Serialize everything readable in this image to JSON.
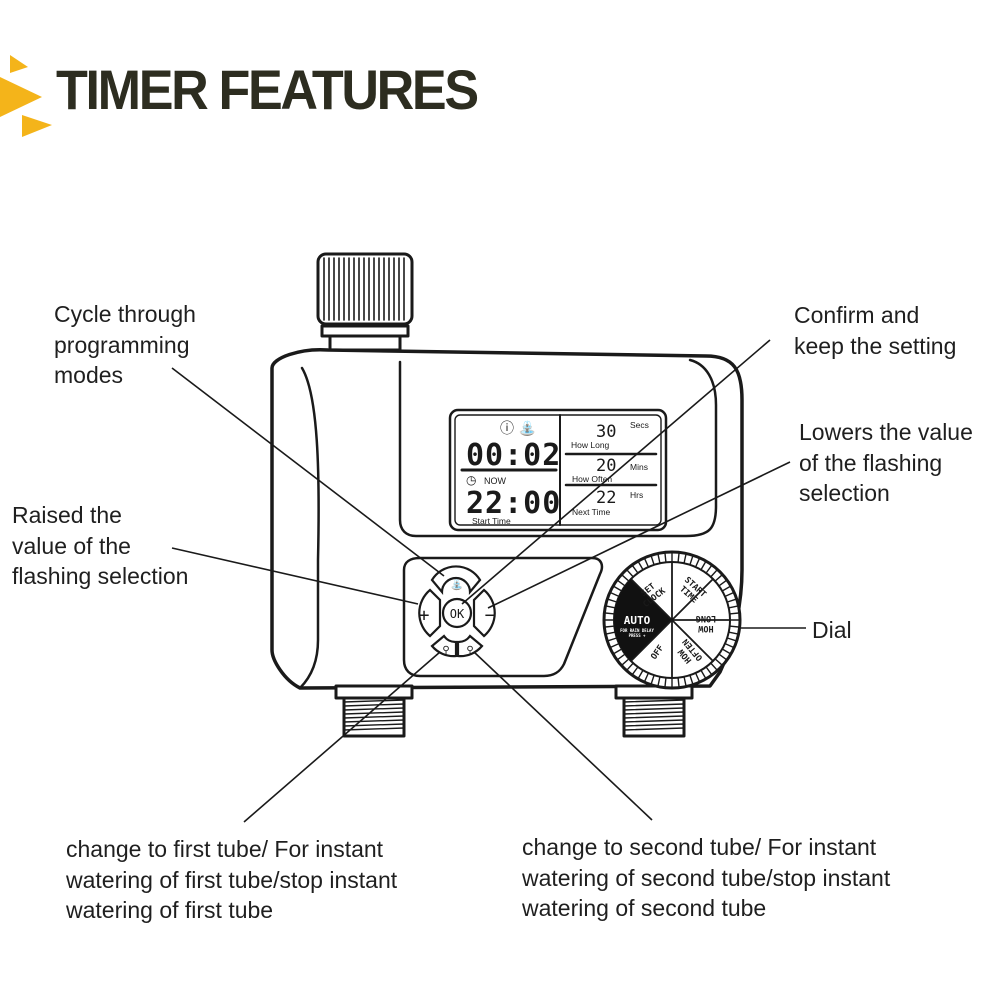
{
  "title": "TIMER FEATURES",
  "colors": {
    "accent": "#f4b41a",
    "title": "#2d2d20",
    "line": "#1a1a1a"
  },
  "labels": {
    "cycle": [
      "Cycle through",
      "programming",
      "modes"
    ],
    "confirm": [
      "Confirm and",
      "keep the setting"
    ],
    "lowers": [
      "Lowers the value",
      "of the flashing",
      "selection"
    ],
    "raised": [
      "Raised the",
      "value of the",
      "flashing selection"
    ],
    "dial": "Dial",
    "first_tube": [
      "change to first tube/ For instant",
      "watering of first tube/stop instant",
      "watering of first tube"
    ],
    "second_tube": [
      "change to second tube/ For instant",
      "watering of second tube/stop instant",
      "watering of second tube"
    ]
  },
  "lcd": {
    "duration": "00:02",
    "clock": "22:00",
    "now_label": "NOW",
    "start_time_label": "Start Time",
    "how_long_value": "30",
    "how_long_unit": "Secs",
    "how_long_label": "How Long",
    "how_often_value": "20",
    "how_often_unit": "Mins",
    "how_often_label": "How Often",
    "next_time_value": "22",
    "next_time_unit": "Hrs",
    "next_time_label": "Next Time"
  },
  "buttons": {
    "ok": "OK",
    "plus": "+",
    "minus": "−"
  },
  "dial": {
    "set_clock": [
      "SET",
      "CLOCK"
    ],
    "start_time": [
      "START",
      "TIME"
    ],
    "how_long": [
      "HOW",
      "LONG"
    ],
    "how_often": [
      "HOW",
      "OFTEN"
    ],
    "off": "OFF",
    "auto": "AUTO",
    "auto_sub1": "FOR RAIN DELAY",
    "auto_sub2": "PRESS +"
  }
}
